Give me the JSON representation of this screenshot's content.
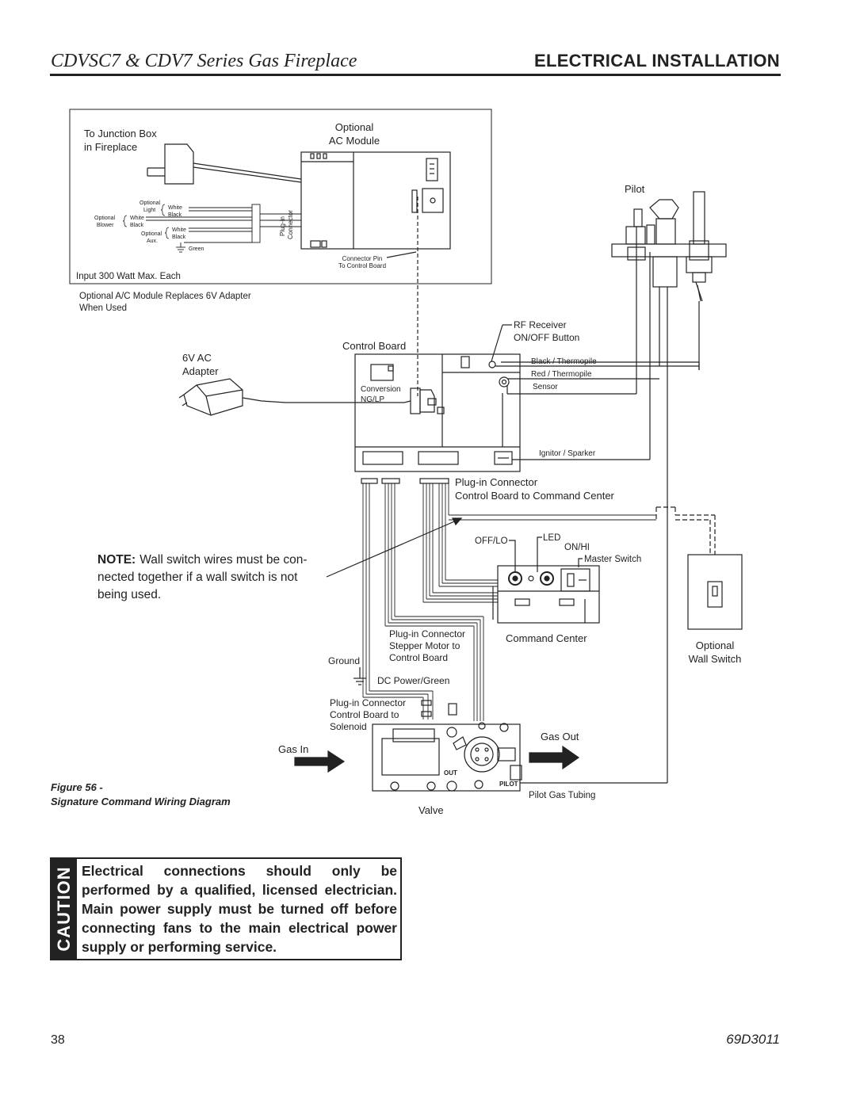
{
  "header": {
    "title": "CDVSC7 & CDV7 Series Gas Fireplace",
    "section": "ELECTRICAL INSTALLATION"
  },
  "diagram": {
    "to_junction_box_1": "To Junction Box",
    "to_junction_box_2": "in Fireplace",
    "optional_ac_module_1": "Optional",
    "optional_ac_module_2": "AC Module",
    "plug_in_1": "Plug-in",
    "plug_in_2": "Connector",
    "optional_light_1": "Optional",
    "optional_light_2": "Light",
    "optional_blower_1": "Optional",
    "optional_blower_2": "Blower",
    "optional_aux_1": "Optional",
    "optional_aux_2": "Aux.",
    "white": "White",
    "black": "Black",
    "green": "Green",
    "connector_pin_1": "Connector Pin",
    "connector_pin_2": "To Control Board",
    "input_watt": "Input 300 Watt Max. Each",
    "replaces_1": "Optional A/C Module Replaces 6V Adapter",
    "replaces_2": "When Used",
    "pilot": "Pilot",
    "rf_receiver": "RF Receiver",
    "on_off_button": "ON/OFF Button",
    "control_board": "Control Board",
    "adapter_1": "6V AC",
    "adapter_2": "Adapter",
    "conversion_1": "Conversion",
    "conversion_2": "NG/LP",
    "black_thermopile": "Black / Thermopile",
    "red_thermopile": "Red / Thermopile",
    "sensor": "Sensor",
    "ignitor": "Ignitor / Sparker",
    "plugin_cc_1": "Plug-in Connector",
    "plugin_cc_2": "Control Board to Command Center",
    "off_lo": "OFF/LO",
    "led": "LED",
    "on_hi": "ON/HI",
    "master_switch": "Master Switch",
    "note_bold": "NOTE:",
    "note_line1": "Wall switch wires must be con-",
    "note_line2": "nected together if a wall switch is not",
    "note_line3": "being used.",
    "stepper_1": "Plug-in Connector",
    "stepper_2": "Stepper Motor to",
    "stepper_3": "Control Board",
    "command_center": "Command Center",
    "optional_switch_1": "Optional",
    "optional_switch_2": "Wall Switch",
    "ground": "Ground",
    "dc_power": "DC Power/Green",
    "solenoid_1": "Plug-in Connector",
    "solenoid_2": "Control Board to",
    "solenoid_3": "Solenoid",
    "gas_in": "Gas In",
    "gas_out": "Gas Out",
    "pilot_tubing": "Pilot Gas Tubing",
    "valve": "Valve",
    "out": "OUT",
    "pilot_mark": "PILOT",
    "figure_num": "Figure 56 -",
    "figure_title": "Signature Command Wiring Diagram"
  },
  "caution": {
    "tab": "CAUTION",
    "text": "Electrical connections should only be performed by a qualified, licensed electrician. Main power supply must be turned off before connecting fans to the main electrical power supply or performing service."
  },
  "footer": {
    "page": "38",
    "doc_id": "69D3011"
  }
}
